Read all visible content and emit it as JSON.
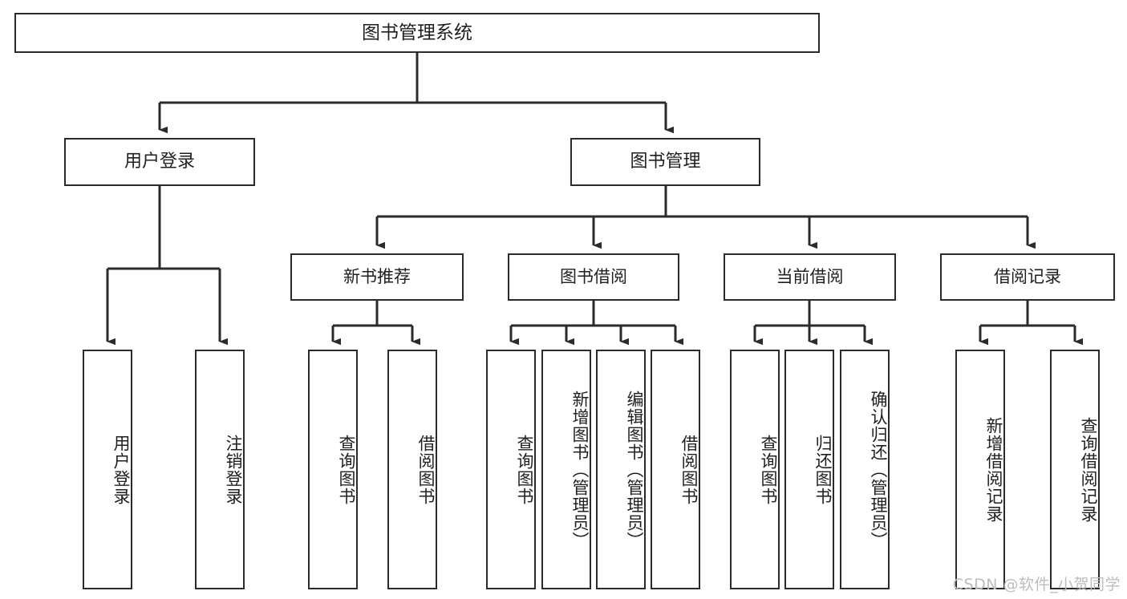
{
  "diagram": {
    "title": "图书管理系统",
    "watermark": "CSDN @软件_小贺同学",
    "colors": {
      "stroke": "#2b2b2b",
      "fill": "#ffffff",
      "text": "#1f1f1f",
      "watermark": "#bdbdbd"
    },
    "root": {
      "label": "图书管理系统"
    },
    "level2": [
      {
        "label": "用户登录"
      },
      {
        "label": "图书管理"
      }
    ],
    "level3": [
      {
        "label": "新书推荐"
      },
      {
        "label": "图书借阅"
      },
      {
        "label": "当前借阅"
      },
      {
        "label": "借阅记录"
      }
    ],
    "leaves": {
      "user_login": [
        {
          "label": "用户登录"
        },
        {
          "label": "注销登录"
        }
      ],
      "new_book": [
        {
          "label": "查询图书"
        },
        {
          "label": "借阅图书"
        }
      ],
      "book_borrow": [
        {
          "label": "查询图书"
        },
        {
          "label": "新增图书（管理员）"
        },
        {
          "label": "编辑图书（管理员）"
        },
        {
          "label": "借阅图书"
        }
      ],
      "current_borrow": [
        {
          "label": "查询图书"
        },
        {
          "label": "归还图书"
        },
        {
          "label": "确认归还（管理员）"
        }
      ],
      "borrow_record": [
        {
          "label": "新增借阅记录"
        },
        {
          "label": "查询借阅记录"
        }
      ]
    }
  }
}
